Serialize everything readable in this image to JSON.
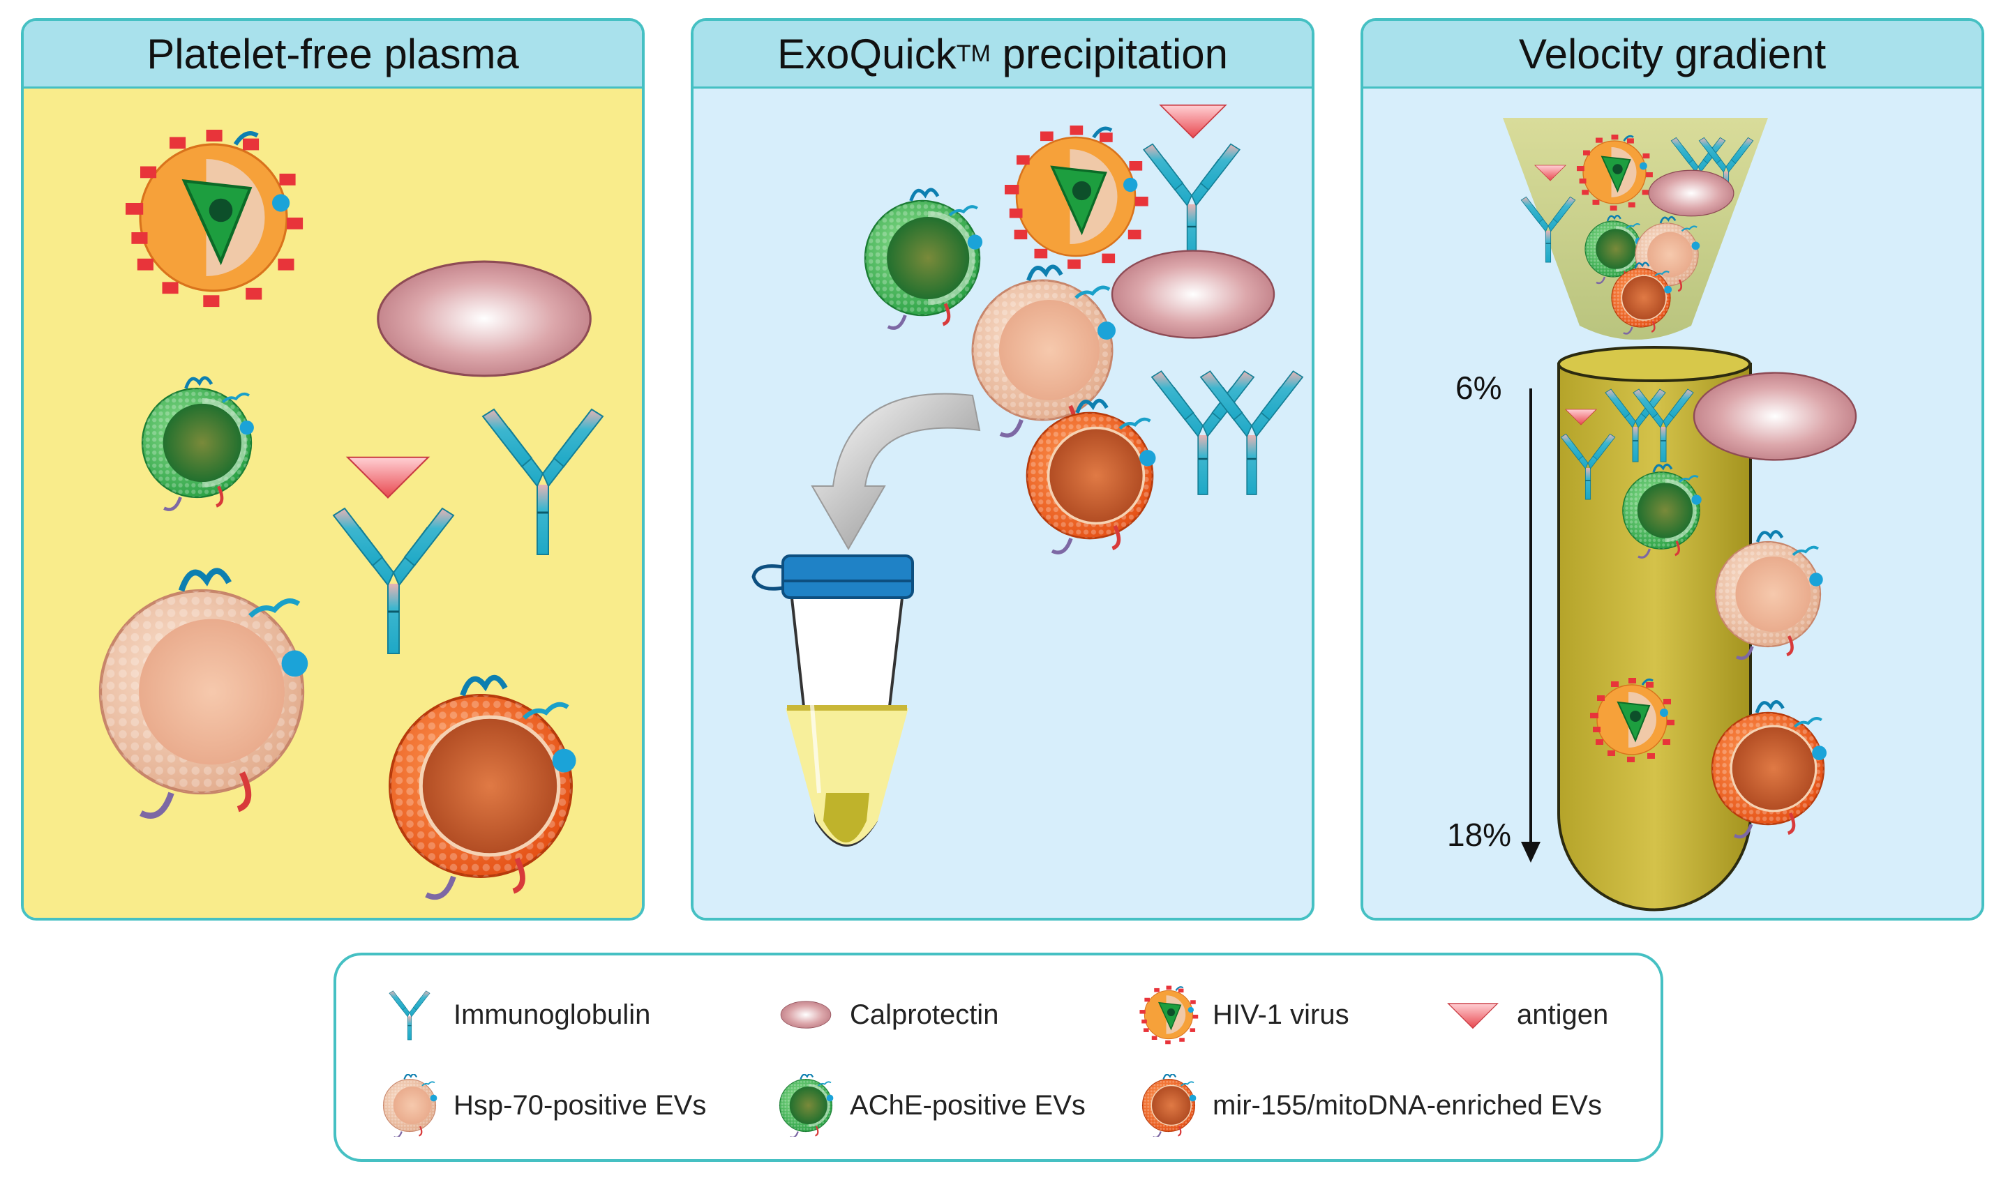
{
  "panels": [
    {
      "title": "Platelet-free plasma"
    },
    {
      "title": "ExoQuick",
      "title_sup": "TM",
      "title_rest": " precipitation"
    },
    {
      "title": "Velocity gradient"
    }
  ],
  "gradient": {
    "top_label": "6%",
    "bottom_label": "18%"
  },
  "legend": [
    {
      "label": "Immunoglobulin",
      "icon": "immunoglobulin-icon"
    },
    {
      "label": "Calprotectin",
      "icon": "calprotectin-icon"
    },
    {
      "label": "HIV-1 virus",
      "icon": "hiv-virus-icon"
    },
    {
      "label": "antigen",
      "icon": "antigen-icon"
    },
    {
      "label": "Hsp-70-positive EVs",
      "icon": "hsp70-ev-icon"
    },
    {
      "label": "AChE-positive EVs",
      "icon": "ache-ev-icon"
    },
    {
      "label": "mir-155/mitoDNA-enriched EVs",
      "icon": "mir155-ev-icon"
    }
  ],
  "colors": {
    "panel_border": "#45c0c3",
    "header_fill": "#a9e1ec",
    "plasma_fill": "#f9ec8b",
    "blue_fill": "#d7eefb",
    "antibody": "#29b3cc",
    "calprotectin": "#d79aa0",
    "antigen": "#e8484f",
    "hiv": "#f5a03a",
    "ache_ev": "#2fae4a",
    "hsp70_ev": "#efc4a2",
    "mir155_ev": "#ef5d22",
    "tube_gradient": "#c9b73a"
  }
}
